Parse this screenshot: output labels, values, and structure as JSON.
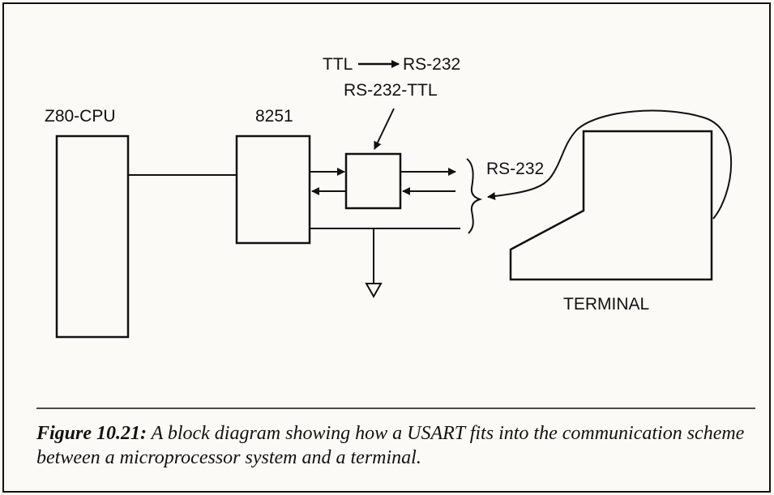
{
  "diagram": {
    "labels": {
      "cpu": "Z80-CPU",
      "usart": "8251",
      "ttl_to_rs232": "TTL",
      "rs232_target": "RS-232",
      "converter": "RS-232-TTL",
      "link": "RS-232",
      "terminal": "TERMINAL"
    }
  },
  "caption": {
    "label": "Figure 10.21:",
    "text": "A block diagram showing how a USART fits into the communication scheme between a microprocessor system and a terminal."
  },
  "colors": {
    "ink": "#111111",
    "paper": "#fbfaf7"
  }
}
